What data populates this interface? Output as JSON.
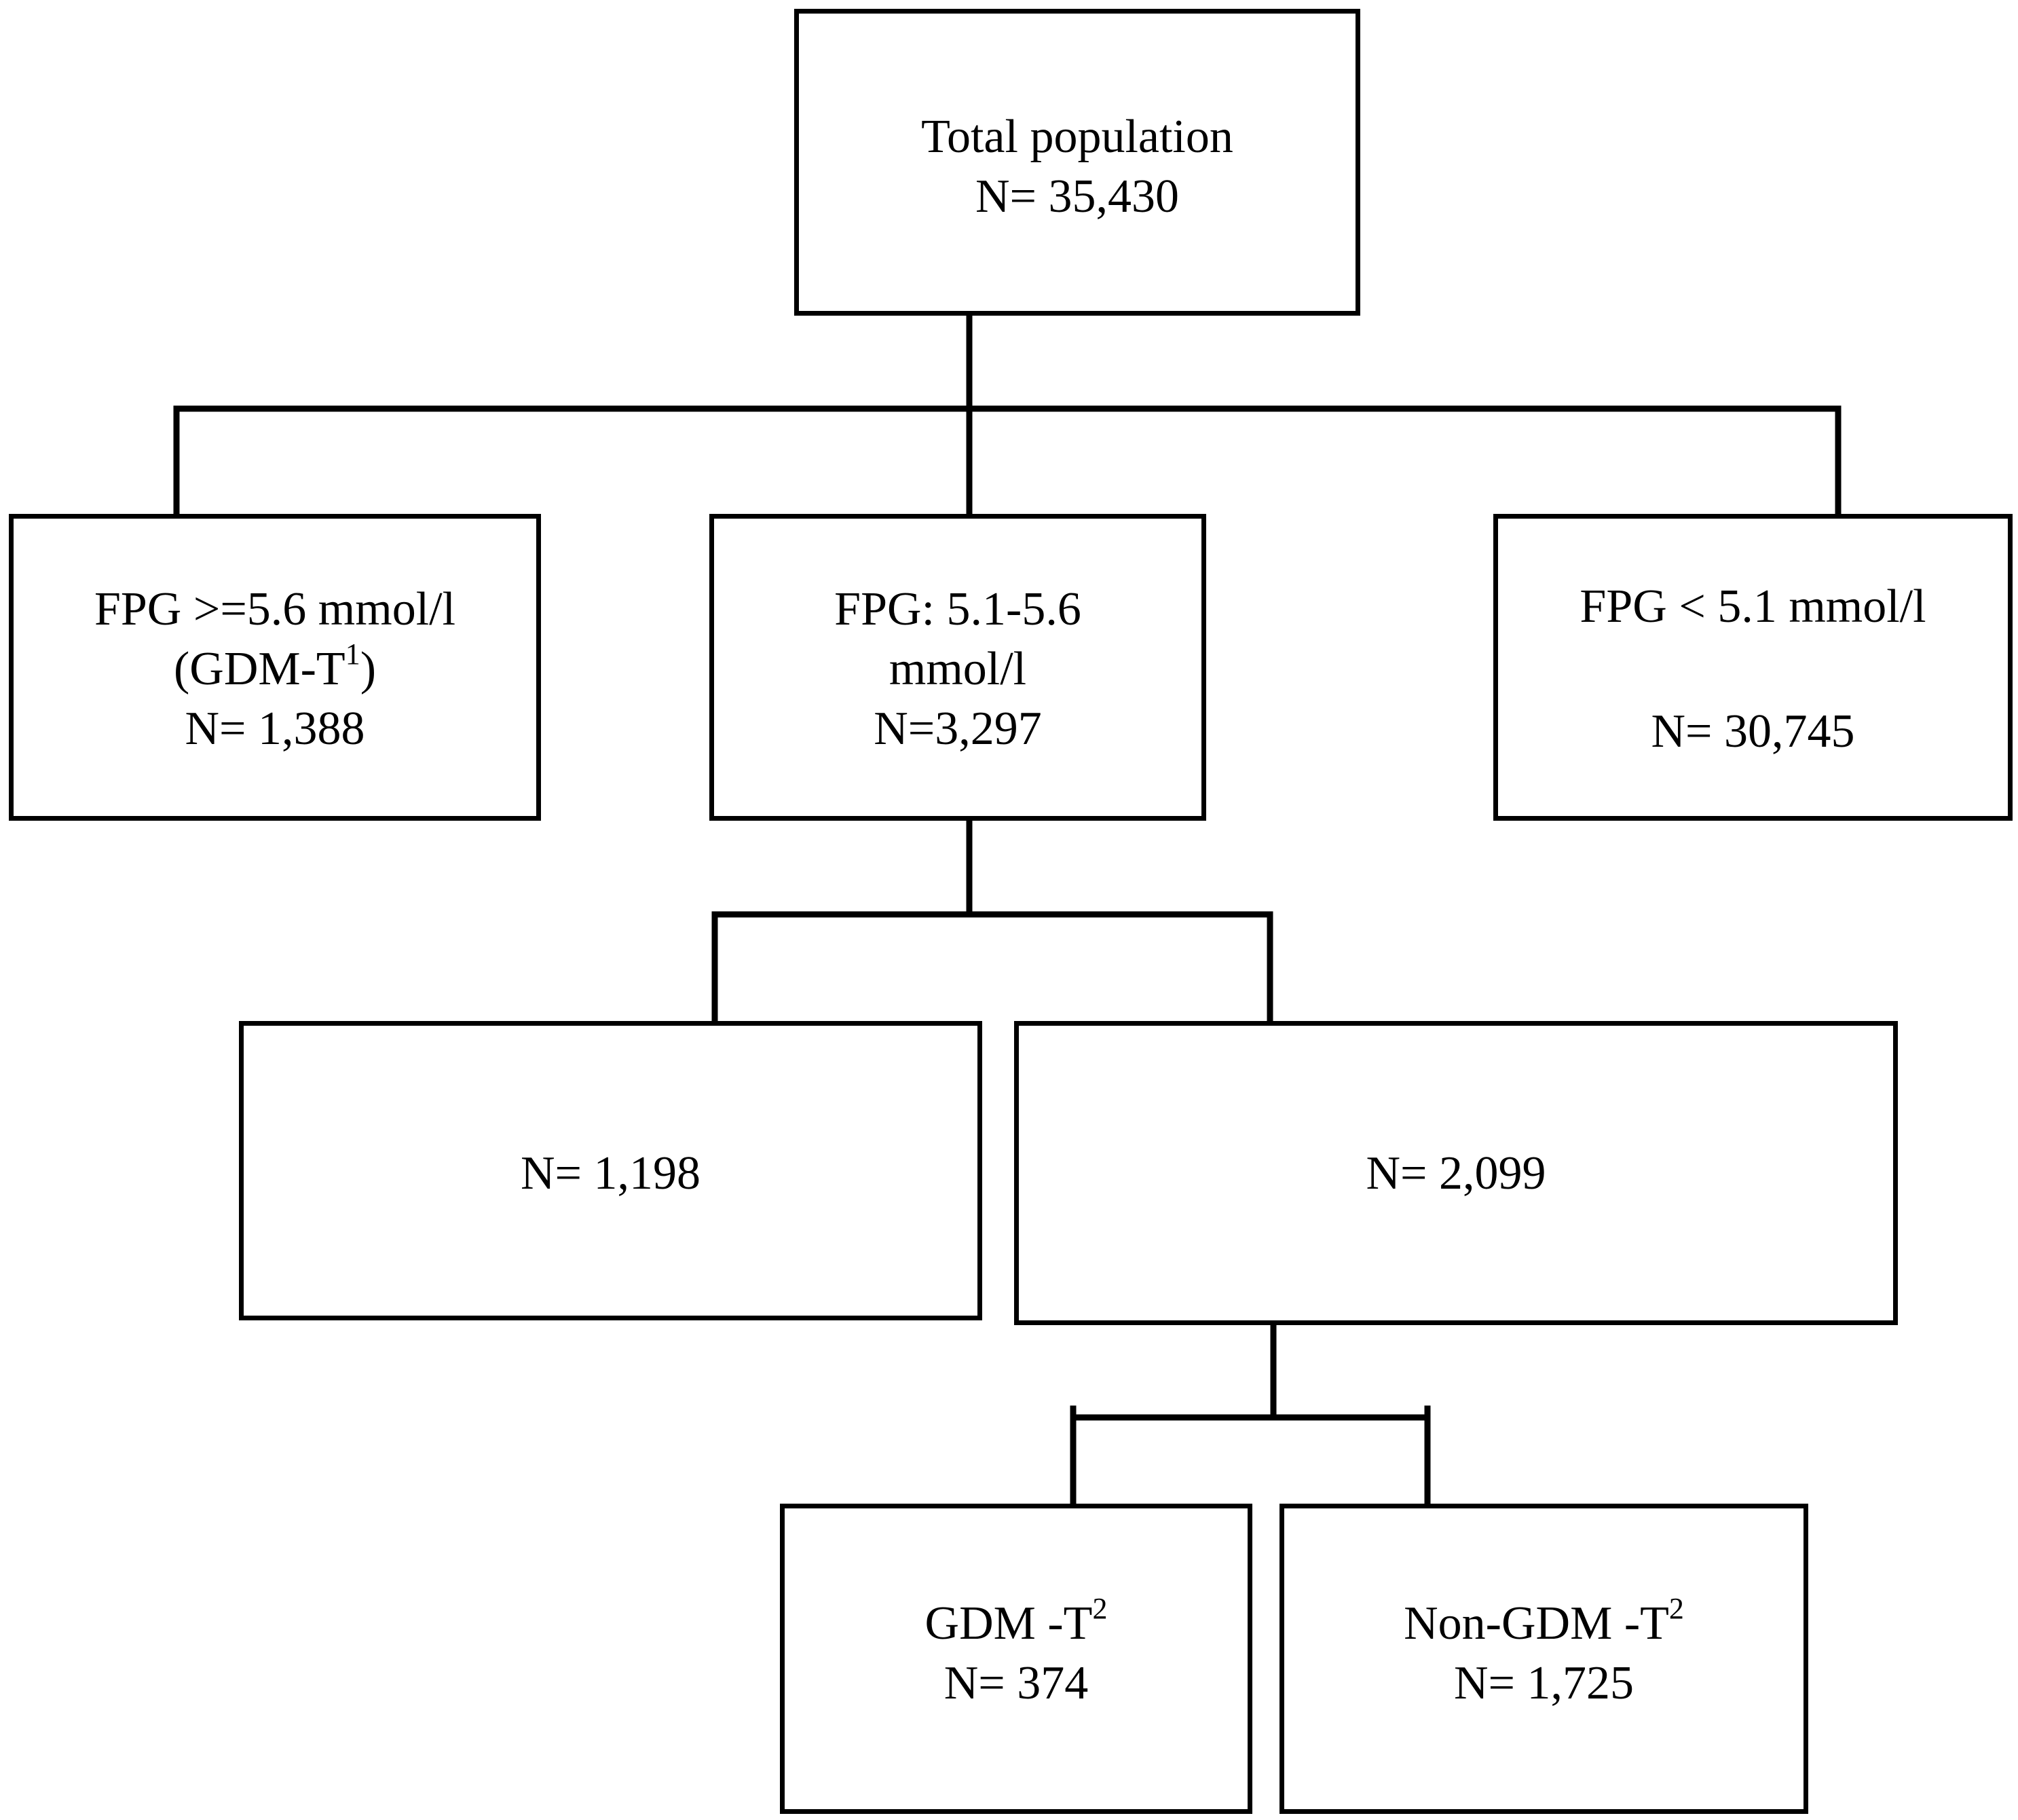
{
  "boxes": {
    "total": {
      "line1": "Total population",
      "line2": "N= 35,430"
    },
    "high": {
      "line1": "FPG >=5.6 mmol/l",
      "line2_pre": "(GDM-T",
      "line2_sup": "1",
      "line2_post": ")",
      "line3": "N= 1,388"
    },
    "mid": {
      "line1": "FPG: 5.1-5.6",
      "line2": "mmol/l",
      "line3": "N=3,297"
    },
    "low": {
      "line1": "FPG < 5.1 mmol/l",
      "line2": "N= 30,745"
    },
    "n1198": {
      "line1": "N= 1,198"
    },
    "n2099": {
      "line1": "N= 2,099"
    },
    "gdm": {
      "line1_pre": "GDM -T",
      "line1_sup": "2",
      "line2": "N= 374"
    },
    "non_gdm": {
      "line1_pre": "Non-GDM -T",
      "line1_sup": "2",
      "line2": "N= 1,725"
    }
  },
  "colors": {
    "stroke": "#000000",
    "background": "#ffffff"
  }
}
